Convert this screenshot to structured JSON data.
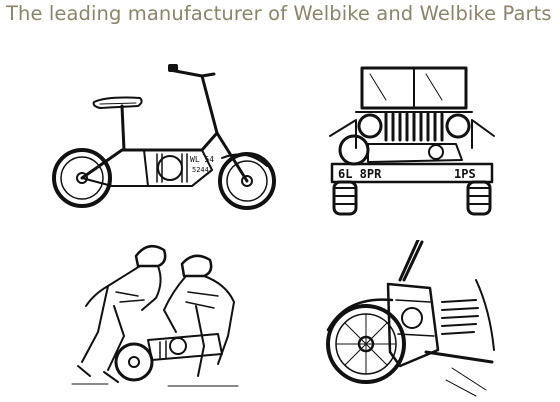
{
  "headline": "The leading manufacturer of Welbike and Welbike Parts",
  "colors": {
    "headline": "#8b8468",
    "background": "#ffffff",
    "ink": "#111111"
  },
  "illustrations": {
    "bike": {
      "label": "WL 54 5244"
    },
    "jeep": {
      "plate_left": "6L 8PR",
      "plate_right": "1PS"
    },
    "soldiers": {},
    "closeup": {}
  }
}
